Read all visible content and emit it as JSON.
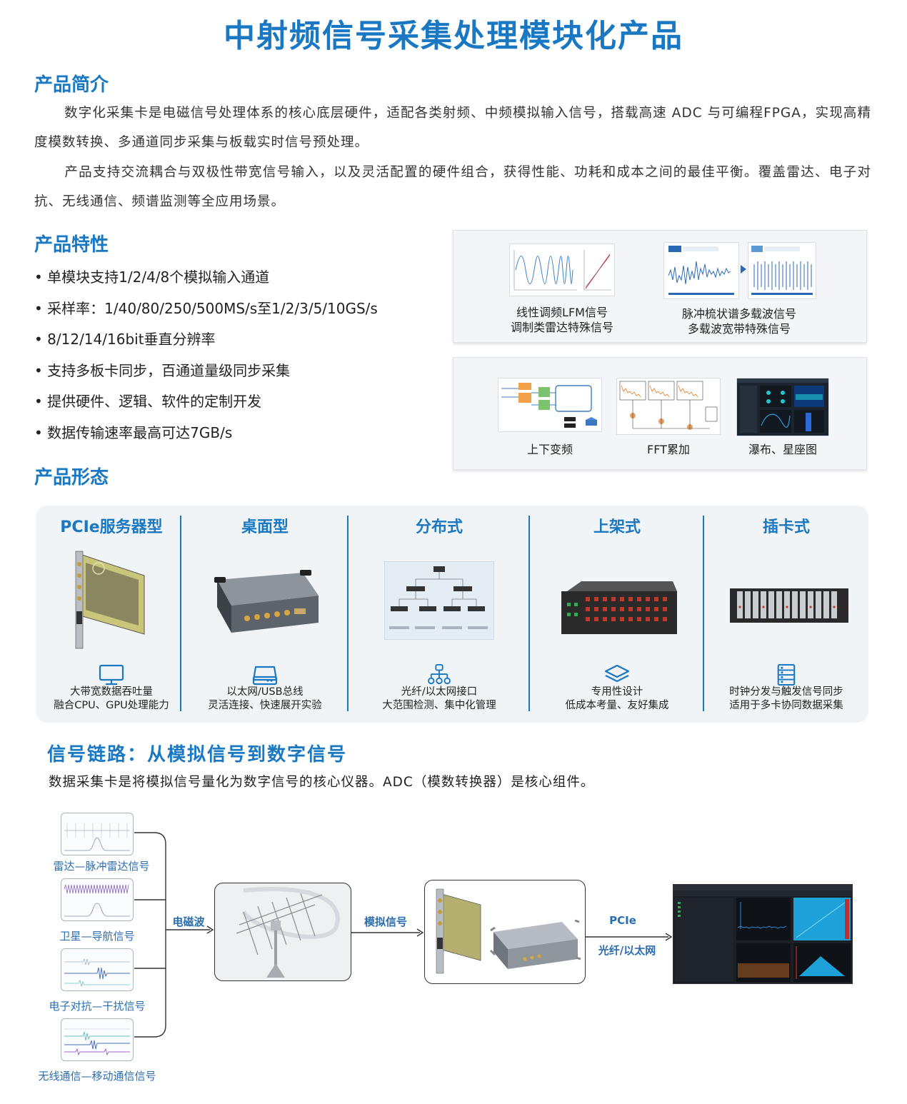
{
  "title": "中射频信号采集处理模块化产品",
  "intro": {
    "heading": "产品简介",
    "p1": "数字化采集卡是电磁信号处理体系的核心底层硬件，适配各类射频、中频模拟输入信号，搭载高速 ADC 与可编程FPGA，实现高精度模数转换、多通道同步采集与板载实时信号预处理。",
    "p2": "产品支持交流耦合与双极性带宽信号输入，以及灵活配置的硬件组合，获得性能、功耗和成本之间的最佳平衡。覆盖雷达、电子对抗、无线通信、频谱监测等全应用场景。"
  },
  "features": {
    "heading": "产品特性",
    "items": [
      "• 单模块支持1/2/4/8个模拟输入通道",
      "• 采样率：1/40/80/250/500MS/s至1/2/3/5/10GS/s",
      "• 8/12/14/16bit垂直分辨率",
      "• 支持多板卡同步，百通道量级同步采集",
      "• 提供硬件、逻辑、软件的定制开发",
      "• 数据传输速率最高可达7GB/s"
    ]
  },
  "panel1": {
    "cap1": [
      "线性调频LFM信号",
      "调制类雷达特殊信号"
    ],
    "cap2": [
      "脉冲梳状谱多载波信号",
      "多载波宽带特殊信号"
    ]
  },
  "panel2": {
    "caps": [
      "上下变频",
      "FFT累加",
      "瀑布、星座图"
    ]
  },
  "forms": {
    "heading": "产品形态",
    "items": [
      {
        "title": "PCIe服务器型",
        "icon": "monitor-icon",
        "desc": [
          "大带宽数据吞吐量",
          "融合CPU、GPU处理能力"
        ]
      },
      {
        "title": "桌面型",
        "icon": "drive-icon",
        "desc": [
          "以太网/USB总线",
          "灵活连接、快速展开实验"
        ]
      },
      {
        "title": "分布式",
        "icon": "network-icon",
        "desc": [
          "光纤/以太网接口",
          "大范围检测、集中化管理"
        ]
      },
      {
        "title": "上架式",
        "icon": "layers-icon",
        "desc": [
          "专用性设计",
          "低成本考量、友好集成"
        ]
      },
      {
        "title": "插卡式",
        "icon": "server-list-icon",
        "desc": [
          "时钟分发与触发信号同步",
          "适用于多卡协同数据采集"
        ]
      }
    ]
  },
  "chain": {
    "heading": "信号链路：从模拟信号到数字信号",
    "sub": "数据采集卡是将模拟信号量化为数字信号的核心仪器。ADC（模数转换器）是核心组件。",
    "signals": [
      "雷达—脉冲雷达信号",
      "卫星—导航信号",
      "电子对抗—干扰信号",
      "无线通信—移动通信信号"
    ],
    "label_em": "电磁波",
    "label_analog": "模拟信号",
    "label_pcie": "PCIe",
    "label_fiber": "光纤/以太网"
  },
  "colors": {
    "accent": "#1a78c2",
    "link": "#2b6eb0"
  }
}
